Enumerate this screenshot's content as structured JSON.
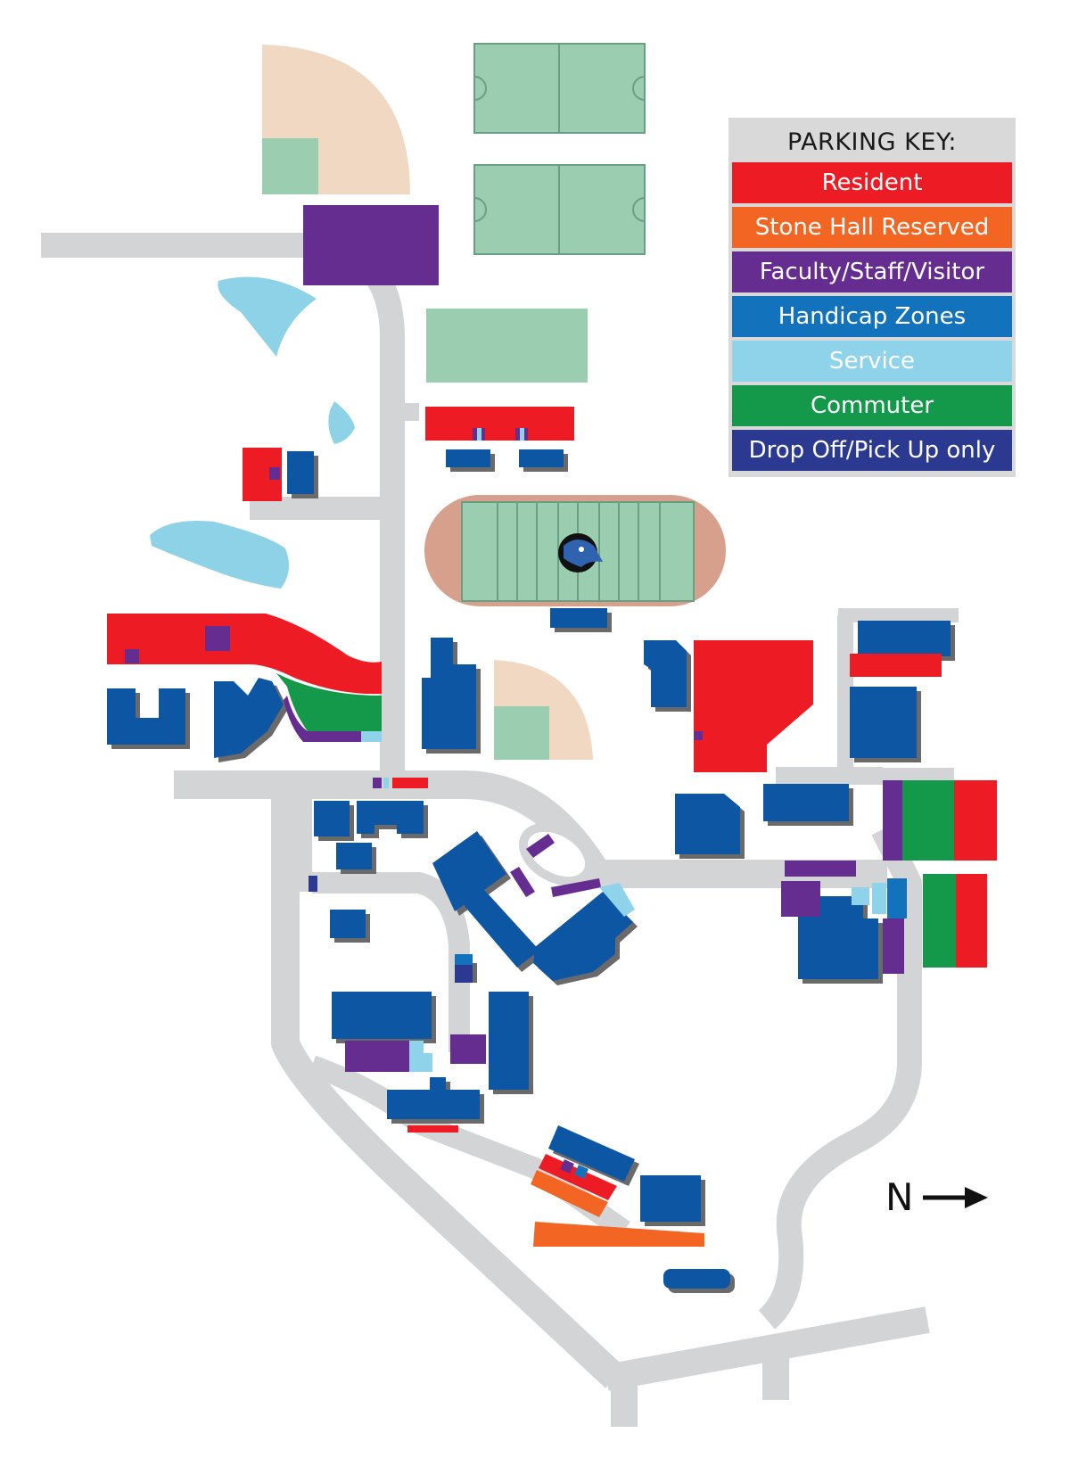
{
  "map": {
    "colors": {
      "road": "#d3d4d6",
      "building": "#0b57a4",
      "building_shadow": "#666666",
      "field_green": "#9bcdb0",
      "field_tan": "#f0d8c2",
      "track": "#d6a08c",
      "pond": "#8dd2e6"
    },
    "icons": [
      "wildcat-logo-icon",
      "north-arrow-icon"
    ]
  },
  "parking_key": {
    "title": "PARKING KEY:",
    "items": [
      {
        "label": "Resident",
        "color": "#ed1c24"
      },
      {
        "label": "Stone Hall Reserved",
        "color": "#f26522"
      },
      {
        "label": "Faculty/Staff/Visitor",
        "color": "#662d91"
      },
      {
        "label": "Handicap Zones",
        "color": "#1273bc"
      },
      {
        "label": "Service",
        "color": "#8fd3ea"
      },
      {
        "label": "Commuter",
        "color": "#14994a"
      },
      {
        "label": "Drop Off/Pick Up only",
        "color": "#2b3990"
      }
    ]
  },
  "compass": {
    "letter": "N"
  }
}
